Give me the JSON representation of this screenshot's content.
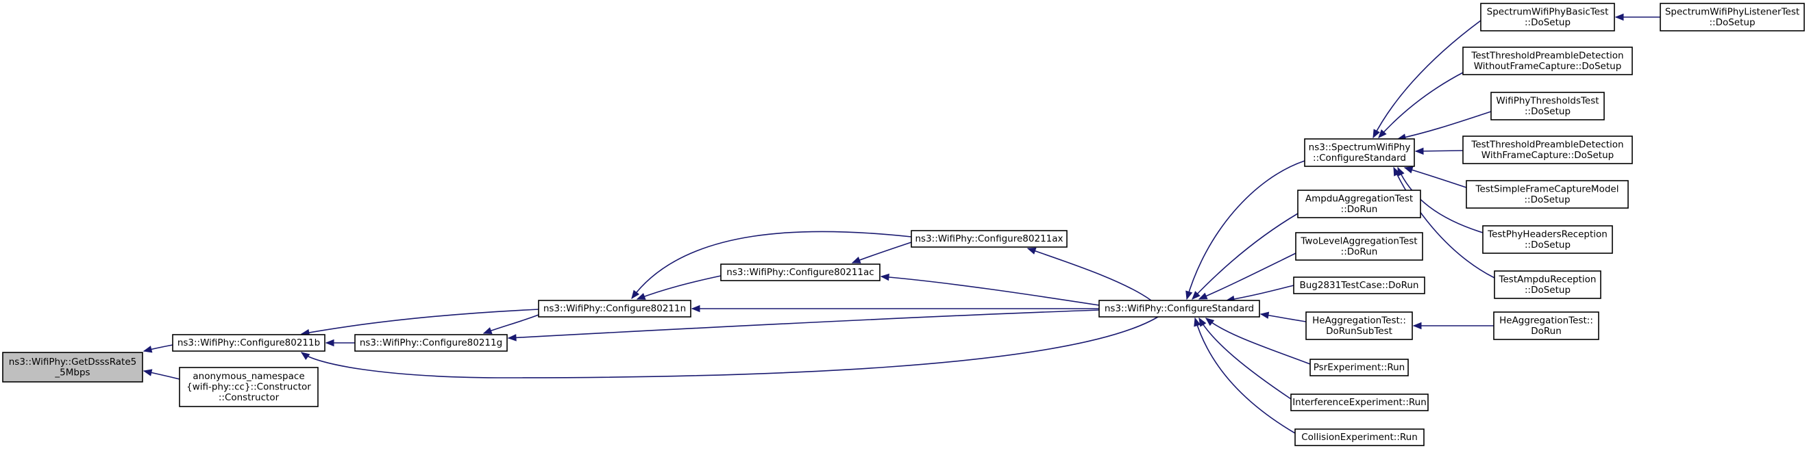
{
  "diagram": {
    "type": "call-graph",
    "nodes": [
      {
        "id": "getdsss",
        "lines": [
          "ns3::WifiPhy::GetDsssRate5",
          "_5Mbps"
        ],
        "root": true
      },
      {
        "id": "c80211b",
        "lines": [
          "ns3::WifiPhy::Configure80211b"
        ]
      },
      {
        "id": "anon",
        "lines": [
          "anonymous_namespace",
          "{wifi-phy::cc}::Constructor",
          "::Constructor"
        ]
      },
      {
        "id": "c80211g",
        "lines": [
          "ns3::WifiPhy::Configure80211g"
        ]
      },
      {
        "id": "c80211n",
        "lines": [
          "ns3::WifiPhy::Configure80211n"
        ]
      },
      {
        "id": "c80211ac",
        "lines": [
          "ns3::WifiPhy::Configure80211ac"
        ]
      },
      {
        "id": "c80211ax",
        "lines": [
          "ns3::WifiPhy::Configure80211ax"
        ]
      },
      {
        "id": "cfgstd",
        "lines": [
          "ns3::WifiPhy::ConfigureStandard"
        ]
      },
      {
        "id": "spectrumcfg",
        "lines": [
          "ns3::SpectrumWifiPhy",
          "::ConfigureStandard"
        ]
      },
      {
        "id": "ampdu",
        "lines": [
          "AmpduAggregationTest",
          "::DoRun"
        ]
      },
      {
        "id": "twolevel",
        "lines": [
          "TwoLevelAggregationTest",
          "::DoRun"
        ]
      },
      {
        "id": "bug2831",
        "lines": [
          "Bug2831TestCase::DoRun"
        ]
      },
      {
        "id": "heaggsub",
        "lines": [
          "HeAggregationTest::",
          "DoRunSubTest"
        ]
      },
      {
        "id": "psr",
        "lines": [
          "PsrExperiment::Run"
        ]
      },
      {
        "id": "interf",
        "lines": [
          "InterferenceExperiment::Run"
        ]
      },
      {
        "id": "collision",
        "lines": [
          "CollisionExperiment::Run"
        ]
      },
      {
        "id": "spectrumbasic",
        "lines": [
          "SpectrumWifiPhyBasicTest",
          "::DoSetup"
        ]
      },
      {
        "id": "thresh_wo",
        "lines": [
          "TestThresholdPreambleDetection",
          "WithoutFrameCapture::DoSetup"
        ]
      },
      {
        "id": "thresholds",
        "lines": [
          "WifiPhyThresholdsTest",
          "::DoSetup"
        ]
      },
      {
        "id": "thresh_w",
        "lines": [
          "TestThresholdPreambleDetection",
          "WithFrameCapture::DoSetup"
        ]
      },
      {
        "id": "simplecap",
        "lines": [
          "TestSimpleFrameCaptureModel",
          "::DoSetup"
        ]
      },
      {
        "id": "headers",
        "lines": [
          "TestPhyHeadersReception",
          "::DoSetup"
        ]
      },
      {
        "id": "ampdurecv",
        "lines": [
          "TestAmpduReception",
          "::DoSetup"
        ]
      },
      {
        "id": "listener",
        "lines": [
          "SpectrumWifiPhyListenerTest",
          "::DoSetup"
        ]
      },
      {
        "id": "heaggrun",
        "lines": [
          "HeAggregationTest::",
          "DoRun"
        ]
      }
    ],
    "edges": [
      {
        "from": "c80211b",
        "to": "getdsss"
      },
      {
        "from": "anon",
        "to": "getdsss"
      },
      {
        "from": "c80211g",
        "to": "c80211b"
      },
      {
        "from": "c80211n",
        "to": "c80211b"
      },
      {
        "from": "cfgstd",
        "to": "c80211b"
      },
      {
        "from": "c80211n",
        "to": "c80211g"
      },
      {
        "from": "cfgstd",
        "to": "c80211g"
      },
      {
        "from": "c80211ac",
        "to": "c80211n"
      },
      {
        "from": "c80211ax",
        "to": "c80211n"
      },
      {
        "from": "cfgstd",
        "to": "c80211n"
      },
      {
        "from": "c80211ax",
        "to": "c80211ac"
      },
      {
        "from": "cfgstd",
        "to": "c80211ac"
      },
      {
        "from": "cfgstd",
        "to": "c80211ax"
      },
      {
        "from": "spectrumcfg",
        "to": "cfgstd"
      },
      {
        "from": "ampdu",
        "to": "cfgstd"
      },
      {
        "from": "twolevel",
        "to": "cfgstd"
      },
      {
        "from": "bug2831",
        "to": "cfgstd"
      },
      {
        "from": "heaggsub",
        "to": "cfgstd"
      },
      {
        "from": "psr",
        "to": "cfgstd"
      },
      {
        "from": "interf",
        "to": "cfgstd"
      },
      {
        "from": "collision",
        "to": "cfgstd"
      },
      {
        "from": "spectrumbasic",
        "to": "spectrumcfg"
      },
      {
        "from": "thresh_wo",
        "to": "spectrumcfg"
      },
      {
        "from": "thresholds",
        "to": "spectrumcfg"
      },
      {
        "from": "thresh_w",
        "to": "spectrumcfg"
      },
      {
        "from": "simplecap",
        "to": "spectrumcfg"
      },
      {
        "from": "headers",
        "to": "spectrumcfg"
      },
      {
        "from": "ampdurecv",
        "to": "spectrumcfg"
      },
      {
        "from": "listener",
        "to": "spectrumbasic"
      },
      {
        "from": "heaggrun",
        "to": "heaggsub"
      }
    ]
  },
  "colors": {
    "edge": "#191970",
    "node_fill": "#ffffff",
    "root_fill": "#bfbfbf",
    "border": "#000000"
  }
}
